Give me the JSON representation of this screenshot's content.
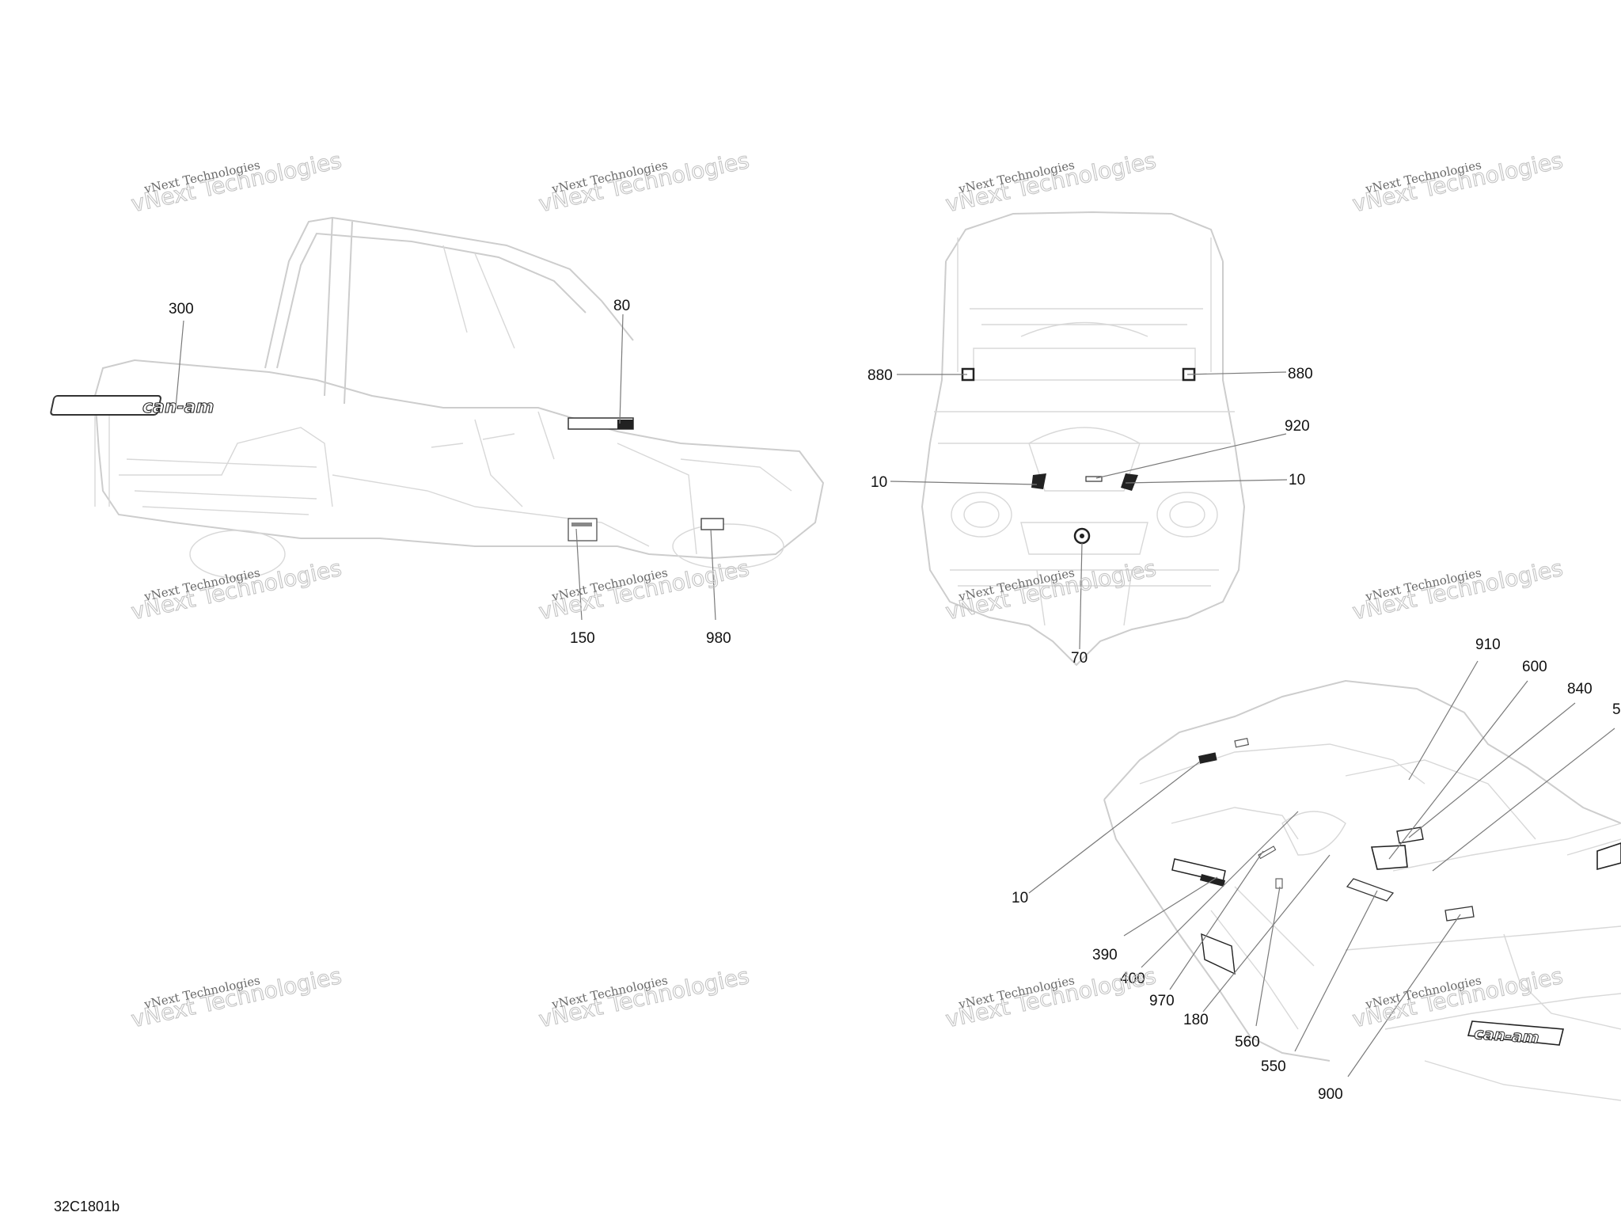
{
  "diagram_code": "32C1801b",
  "watermark": {
    "line1": "vNext Technologies",
    "line2": "vNext Technologies"
  },
  "callouts": {
    "side_300": "300",
    "side_80": "80",
    "side_150": "150",
    "side_980": "980",
    "front_880_left": "880",
    "front_880_right": "880",
    "front_920": "920",
    "front_10_left": "10",
    "front_10_right": "10",
    "front_70": "70",
    "iso_910": "910",
    "iso_600": "600",
    "iso_840": "840",
    "iso_5": "5",
    "iso_10": "10",
    "iso_390": "390",
    "iso_400": "400",
    "iso_970": "970",
    "iso_180": "180",
    "iso_560": "560",
    "iso_550": "550",
    "iso_900": "900"
  },
  "logos": {
    "side_logo": "can-am",
    "iso_logo": "can-am"
  }
}
